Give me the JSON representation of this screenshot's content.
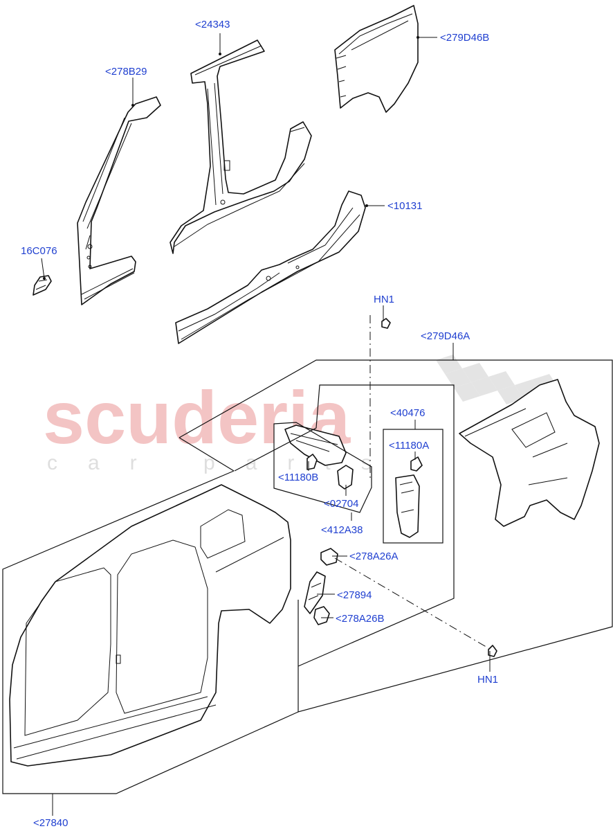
{
  "watermark": {
    "brand": "scuderia",
    "tagline": "car parts"
  },
  "callouts": {
    "c24343": "<24343",
    "c278B29": "<278B29",
    "c279D46B": "<279D46B",
    "c10131": "<10131",
    "c16C076": "16C076",
    "hn1_top": "HN1",
    "c279D46A": "<279D46A",
    "c40476": "<40476",
    "c11180A": "<11180A",
    "c11180B": "<11180B",
    "c02704": "<02704",
    "c412A38": "<412A38",
    "c278A26A": "<278A26A",
    "c27894": "<27894",
    "c278A26B": "<278A26B",
    "hn1_bottom": "HN1",
    "c27840": "<27840"
  }
}
